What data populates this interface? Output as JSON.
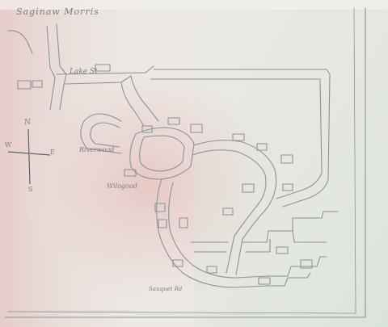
{
  "map": {
    "title": "Saginaw Morris"
  },
  "compass": {
    "north": "N",
    "south": "S",
    "east": "E",
    "west": "W"
  },
  "labels": {
    "label_1": "Lake St",
    "label_2": "Riverwood",
    "label_3": "Wilogood",
    "label_4": "Sauquet Rd"
  },
  "colors": {
    "paper": "#ece9e4",
    "pencil": "#8d9297",
    "pink_tint": "#e9c9c6",
    "green_tint": "#d9e5da"
  }
}
